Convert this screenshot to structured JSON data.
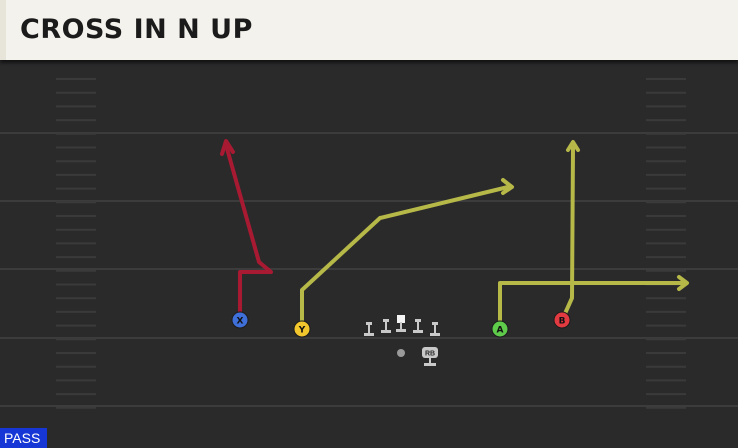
{
  "title": "CROSS IN N UP",
  "play_type": "PASS",
  "colors": {
    "field": "#2a2a2b",
    "yard_line": "#3c3c3d",
    "hash": "#3a3a3b",
    "route_red": "#a81a32",
    "route_yellow": "#b6b848",
    "x_circle": "#3f6fd8",
    "y_circle": "#f2c62d",
    "a_circle": "#5fcb4b",
    "b_circle": "#e13b41",
    "lineman": "#c9c9c9",
    "badge": "#1637d6"
  },
  "players": {
    "x": {
      "label": "X"
    },
    "y": {
      "label": "Y"
    },
    "a": {
      "label": "A"
    },
    "b": {
      "label": "B"
    },
    "rb": {
      "label": "RB"
    }
  },
  "routes": [
    {
      "player": "X",
      "name": "post-corner",
      "color": "red"
    },
    {
      "player": "Y",
      "name": "crossing",
      "color": "yellow"
    },
    {
      "player": "A",
      "name": "out",
      "color": "yellow"
    },
    {
      "player": "B",
      "name": "up",
      "color": "yellow"
    }
  ]
}
